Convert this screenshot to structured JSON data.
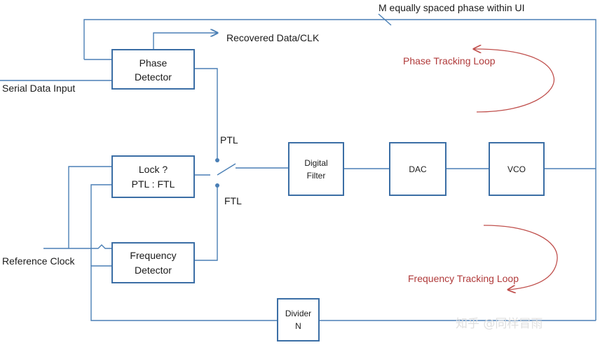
{
  "blocks": {
    "phase_detector": [
      "Phase",
      "Detector"
    ],
    "lock": [
      "Lock ?",
      "PTL : FTL"
    ],
    "freq_detector": [
      "Frequency",
      "Detector"
    ],
    "digital_filter": [
      "Digital",
      "Filter"
    ],
    "dac": "DAC",
    "vco": "VCO",
    "divider": [
      "Divider",
      "N"
    ]
  },
  "labels": {
    "m_phase": "M  equally spaced phase within  UI",
    "recovered": "Recovered Data/CLK",
    "serial_input": "Serial Data Input",
    "reference_clock": "Reference Clock",
    "ptl": "PTL",
    "ftl": "FTL"
  },
  "loops": {
    "phase": "Phase Tracking Loop",
    "frequency": "Frequency Tracking Loop"
  },
  "watermark": "知乎 @同样冒雨",
  "colors": {
    "block_border": "#3b6ea5",
    "wire": "#4a7fb5",
    "loop_text": "#b03a3a",
    "loop_arrow": "#c0504d"
  }
}
